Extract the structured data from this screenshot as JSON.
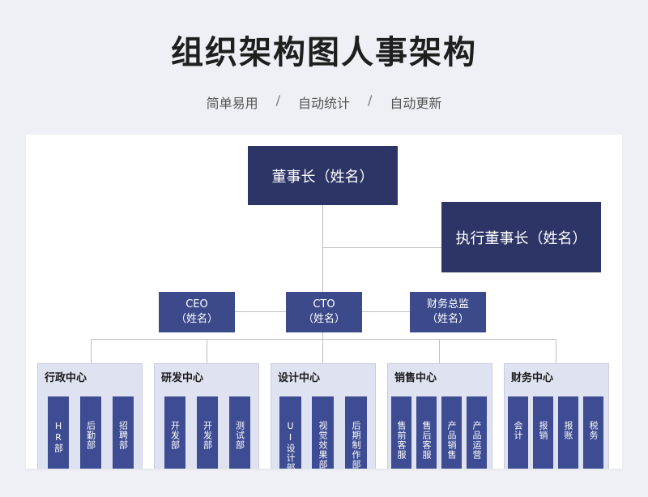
{
  "header": {
    "title": "组织架构图人事架构",
    "tags": [
      "简单易用",
      "自动统计",
      "自动更新"
    ],
    "separator": "/"
  },
  "org": {
    "chairman": "董事长（姓名）",
    "exec_chairman": "执行董事长（姓名）",
    "ceo": {
      "line1": "CEO",
      "line2": "（姓名）"
    },
    "cto": {
      "line1": "CTO",
      "line2": "（姓名）"
    },
    "cfo": {
      "line1": "财务总监",
      "line2": "（姓名）"
    },
    "departments": [
      {
        "name": "行政中心",
        "subs": [
          "HR部",
          "后勤部",
          "招聘部"
        ]
      },
      {
        "name": "研发中心",
        "subs": [
          "开发部",
          "开发部",
          "测试部"
        ]
      },
      {
        "name": "设计中心",
        "subs": [
          "UI设计部",
          "视觉效果部",
          "后期制作部"
        ]
      },
      {
        "name": "销售中心",
        "subs": [
          "售前客服",
          "售后客服",
          "产品销售",
          "产品运营"
        ]
      },
      {
        "name": "财务中心",
        "subs": [
          "会计",
          "报销",
          "报账",
          "税务"
        ]
      }
    ]
  }
}
